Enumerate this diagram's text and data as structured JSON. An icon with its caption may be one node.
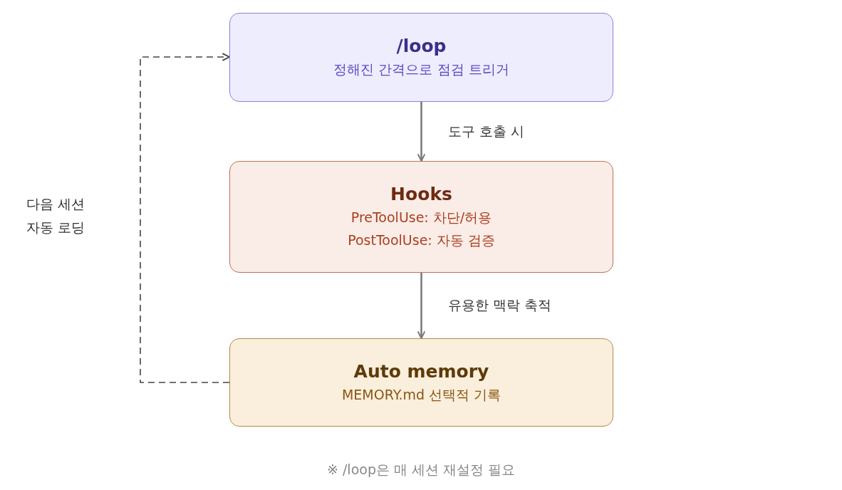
{
  "diagram": {
    "nodes": [
      {
        "text": [
          "/loop",
          "정해진 간격으로 점검 트리거"
        ]
      },
      {
        "text": [
          "Hooks",
          "PreToolUse: 차단/허용",
          "PostToolUse: 자동 검증"
        ]
      },
      {
        "text": [
          "Auto memory",
          "MEMORY.md 선택적 기록"
        ]
      }
    ],
    "edges": [
      {
        "from": 0,
        "to": 1,
        "arrow": "to",
        "label": "도구 호출 시"
      },
      {
        "from": 1,
        "to": 2,
        "arrow": "to",
        "label": "유용한 맥락 축적"
      },
      {
        "from": 2,
        "to": 0,
        "arrow": "to",
        "label": "다음 세션 자동 로딩",
        "style": "dashed"
      }
    ],
    "labels": [
      "※ /loop은 매 세션 재설정 필요"
    ]
  }
}
